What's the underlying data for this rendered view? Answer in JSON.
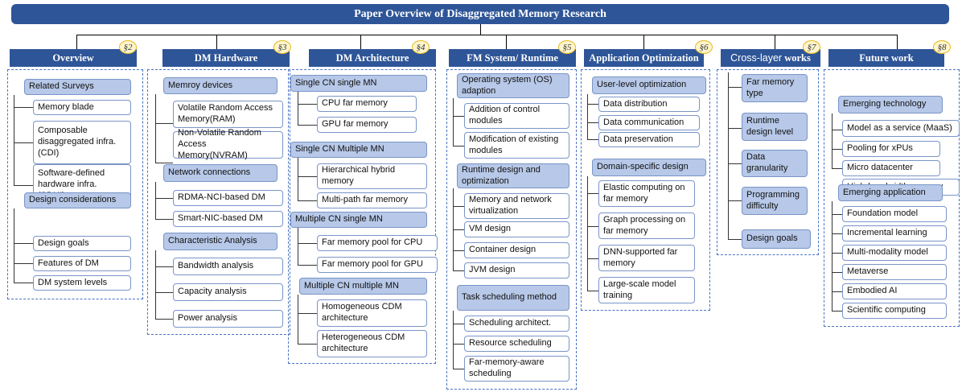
{
  "title": "Paper Overview of Disaggregated Memory Research",
  "columns": [
    {
      "heading": "Overview",
      "section": "§2",
      "groups": [
        {
          "label": "Related Surveys",
          "items": [
            "Memory blade",
            "Composable disaggregated infra. (CDI)",
            "Software-defined hardware infra. (SDHI)"
          ]
        },
        {
          "label": "Design considerations",
          "items": [
            "Design goals",
            "Features of DM",
            "DM system levels"
          ]
        }
      ]
    },
    {
      "heading": "DM Hardware",
      "section": "§3",
      "groups": [
        {
          "label": "Memroy devices",
          "items": [
            "Volatile Random Access Memory(RAM)",
            "Non-Volatile Random Access Memory(NVRAM)"
          ]
        },
        {
          "label": "Network connections",
          "items": [
            "RDMA-NCI-based DM",
            "Smart-NIC-based DM"
          ]
        },
        {
          "label": "Characteristic Analysis",
          "items": [
            "Bandwidth analysis",
            "Capacity analysis",
            "Power analysis"
          ]
        }
      ]
    },
    {
      "heading": "DM Architecture",
      "section": "§4",
      "groups": [
        {
          "label": "Single CN single MN",
          "items": [
            "CPU far memory",
            "GPU far memory"
          ]
        },
        {
          "label": "Single CN Multiple MN",
          "items": [
            "Hierarchical hybrid memory",
            "Multi-path far memory"
          ]
        },
        {
          "label": "Multiple CN single MN",
          "items": [
            "Far memory pool for CPU",
            "Far memory pool for GPU"
          ]
        },
        {
          "label": "Multiple CN multiple MN",
          "items": [
            "Homogeneous CDM architecture",
            "Heterogeneous CDM architecture"
          ]
        }
      ]
    },
    {
      "heading": "FM System/ Runtime",
      "section": "§5",
      "groups": [
        {
          "label": "Operating system (OS) adaption",
          "items": [
            "Addition of control modules",
            "Modification of existing modules"
          ]
        },
        {
          "label": "Runtime design and optimization",
          "items": [
            "Memory and network virtualization",
            "VM design",
            "Container design",
            "JVM design"
          ]
        },
        {
          "label": "Task scheduling method",
          "items": [
            "Scheduling architect.",
            "Resource scheduling",
            "Far-memory-aware scheduling"
          ]
        }
      ]
    },
    {
      "heading": "Application Optimization",
      "section": "§6",
      "groups": [
        {
          "label": "User-level optimization",
          "items": [
            "Data distribution",
            "Data communication",
            "Data preservation"
          ]
        },
        {
          "label": "Domain-specific design",
          "items": [
            "Elastic computing on far memory",
            "Graph processing on far memory",
            "DNN-supported far memory",
            "Large-scale model training"
          ]
        }
      ]
    },
    {
      "heading_plain": "Cross-layer",
      "heading": "works",
      "section": "§7",
      "groups": [
        {
          "label": "Far memory type",
          "items": []
        },
        {
          "label": "Runtime design level",
          "items": []
        },
        {
          "label": "Data granularity",
          "items": []
        },
        {
          "label": "Programming difficulty",
          "items": []
        },
        {
          "label": "Design goals",
          "items": []
        }
      ]
    },
    {
      "heading": "Future work",
      "section": "§8",
      "groups": [
        {
          "label": "Emerging technology",
          "items": [
            "Model as a service (MaaS)",
            "Pooling for xPUs",
            "Micro datacenter",
            "High-bandwidth memory"
          ]
        },
        {
          "label": "Emerging application",
          "items": [
            "Foundation model",
            "Incremental learning",
            "Multi-modality model",
            "Metaverse",
            "Embodied AI",
            "Scientific computing"
          ]
        }
      ]
    }
  ],
  "colors": {
    "header": "#2E5597",
    "category_fill": "#B7C8E8",
    "border": "#7A95C8",
    "section_badge": "#FFF5CC"
  }
}
